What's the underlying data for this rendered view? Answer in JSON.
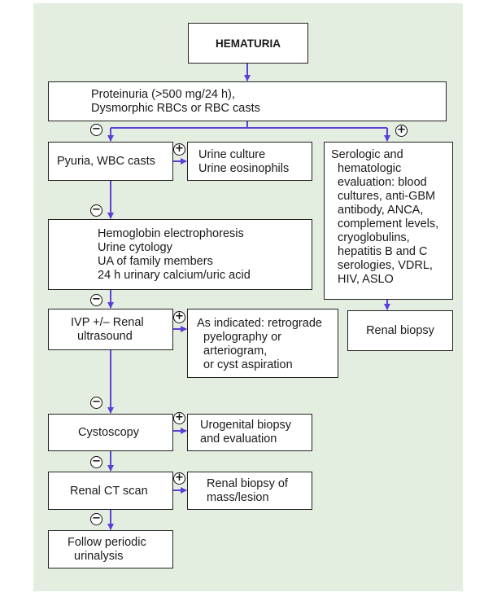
{
  "boxes": {
    "hematuria": "HEMATURIA",
    "proteinuria": "Proteinuria (>500 mg/24 h),\nDysmorphic RBCs or RBC casts",
    "pyuria": "Pyuria, WBC casts",
    "urine_culture": "Urine culture\nUrine eosinophils",
    "serologic": "Serologic and\n  hematologic\n  evaluation: blood\n  cultures, anti-GBM\n  antibody, ANCA,\n  complement levels,\n  cryoglobulins,\n  hepatitis B and C\n  serologies, VDRL,\n  HIV, ASLO",
    "hemoglobin": "Hemoglobin electrophoresis\nUrine cytology\nUA of family members\n24 h urinary calcium/uric acid",
    "ivp": "IVP +/– Renal\n  ultrasound",
    "as_indicated": "As indicated: retrograde\n  pyelography or\n  arteriogram,\n  or cyst aspiration",
    "renal_biopsy": "Renal biopsy",
    "cystoscopy": "Cystoscopy",
    "urogenital": "Urogenital biopsy\nand evaluation",
    "renal_ct": "Renal CT scan",
    "renal_biopsy_mass": "Renal biopsy of\nmass/lesion",
    "follow": "Follow periodic\n  urinalysis"
  },
  "signs": {
    "minus": "−",
    "plus": "+"
  },
  "colors": {
    "arrow": "#5b3fd6",
    "background": "#e4eee0",
    "border": "#222222"
  }
}
